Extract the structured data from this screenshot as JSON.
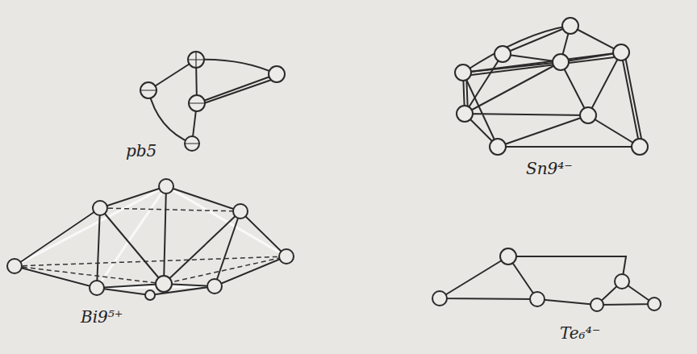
{
  "diagram": {
    "labels": [
      "pb5",
      "Sn9⁴⁻",
      "Bi9⁵⁺",
      "Te₆⁴⁻"
    ]
  }
}
